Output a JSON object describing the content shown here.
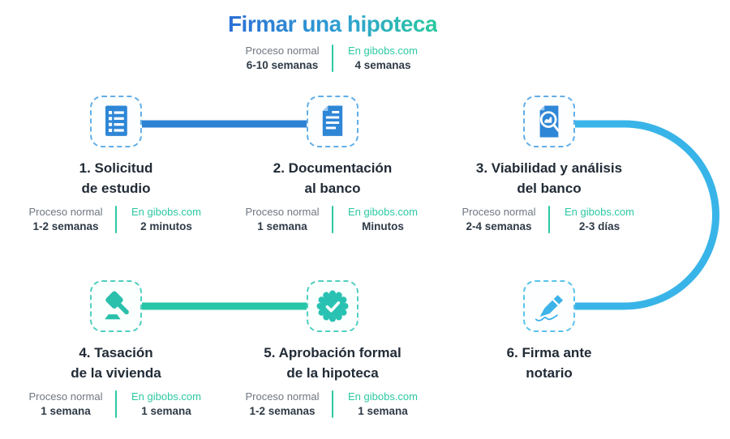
{
  "title": "Firmar una hipoteca",
  "header": {
    "normal_label": "Proceso normal",
    "normal_value": "6-10 semanas",
    "gibobs_label": "En gibobs.com",
    "gibobs_value": "4 semanas"
  },
  "steps": [
    {
      "icon": "list-document-icon",
      "line1": "1. Solicitud",
      "line2": "de estudio",
      "normal_label": "Proceso normal",
      "normal_value": "1-2 semanas",
      "gibobs_label": "En gibobs.com",
      "gibobs_value": "2 minutos"
    },
    {
      "icon": "document-icon",
      "line1": "2. Documentación",
      "line2": "al banco",
      "normal_label": "Proceso normal",
      "normal_value": "1 semana",
      "gibobs_label": "En gibobs.com",
      "gibobs_value": "Minutos"
    },
    {
      "icon": "document-search-icon",
      "line1": "3. Viabilidad y análisis",
      "line2": "del banco",
      "normal_label": "Proceso normal",
      "normal_value": "2-4 semanas",
      "gibobs_label": "En gibobs.com",
      "gibobs_value": "2-3 días"
    },
    {
      "icon": "gavel-icon",
      "line1": "4. Tasación",
      "line2": "de la vivienda",
      "normal_label": "Proceso normal",
      "normal_value": "1 semana",
      "gibobs_label": "En gibobs.com",
      "gibobs_value": "1 semana"
    },
    {
      "icon": "approval-badge-icon",
      "line1": "5. Aprobación formal",
      "line2": "de la hipoteca",
      "normal_label": "Proceso normal",
      "normal_value": "1-2 semanas",
      "gibobs_label": "En gibobs.com",
      "gibobs_value": "1 semana"
    },
    {
      "icon": "signature-pen-icon",
      "line1": "6. Firma ante",
      "line2": "notario"
    }
  ],
  "colors": {
    "accent_blue": "#2e82d4",
    "accent_light_blue": "#39b4e8",
    "accent_teal": "#27c6a7",
    "gibobs_text": "#2cc8a2",
    "muted_text": "#6f7680",
    "dark_text": "#212b36",
    "title_gradient_start": "#2c6fd6",
    "title_gradient_end": "#2bc99e"
  }
}
